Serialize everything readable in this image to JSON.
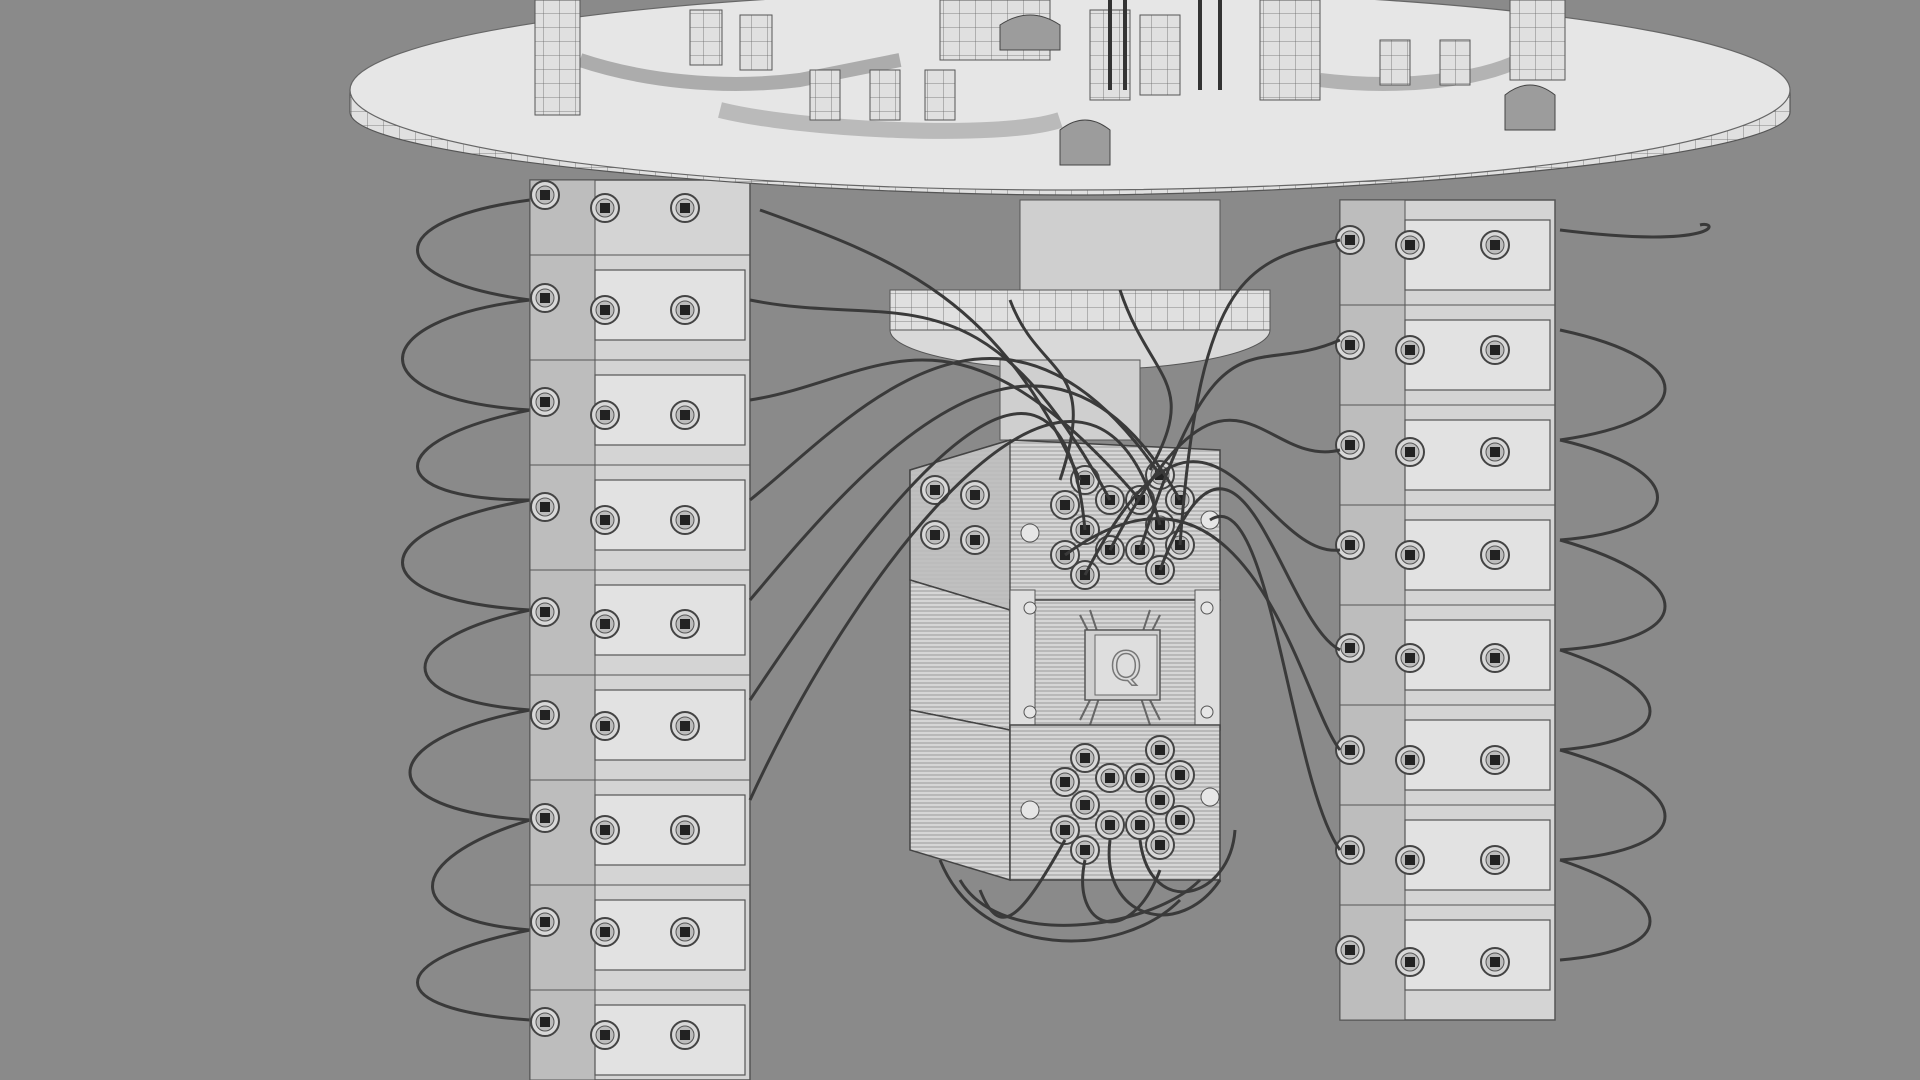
{
  "scene": {
    "subject": "Quantum computer cryostat render (clay/wireframe)",
    "background_color": "#8a8a8a",
    "surface_color": "#e4e4e4",
    "shade_color": "#c8c8c8",
    "cable_color": "#3a3a3a",
    "line_color": "#555555"
  },
  "processor": {
    "chip_label": "Q"
  },
  "left_tower": {
    "modules": 8
  },
  "right_tower": {
    "modules": 8
  },
  "connector_groups": {
    "upper_block": 14,
    "lower_block": 14
  }
}
